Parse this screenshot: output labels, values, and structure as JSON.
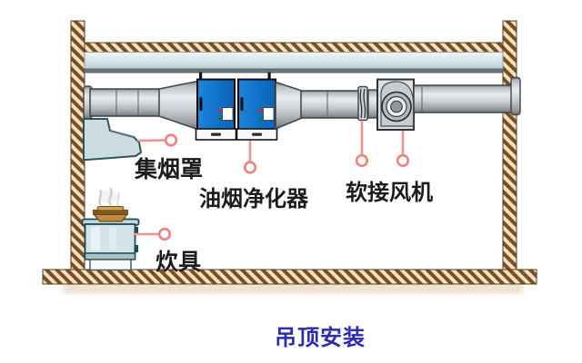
{
  "diagram": {
    "title": "吊顶安装",
    "callouts": [
      {
        "label": "集烟罩",
        "target": "smoke-collection-hood"
      },
      {
        "label": "油烟净化器",
        "target": "oil-fume-purifier"
      },
      {
        "label": "软接风机",
        "target": "flexible-connector-and-fan"
      },
      {
        "label": "炊具",
        "target": "cooking-stove"
      }
    ],
    "colors": {
      "title_blue": "#2b2bb4",
      "purifier_blue": "#1277cd",
      "leader_pink": "#f0938c",
      "hatch_brown": "#7d4e24",
      "hatch_cream": "#f1e3c2",
      "duct_gray": "#c9cdd1",
      "hood_blue": "#cddce3",
      "stove_teal_outline": "#1d4b55",
      "label_text": "#1c1c1c",
      "background": "#ffffff"
    }
  }
}
